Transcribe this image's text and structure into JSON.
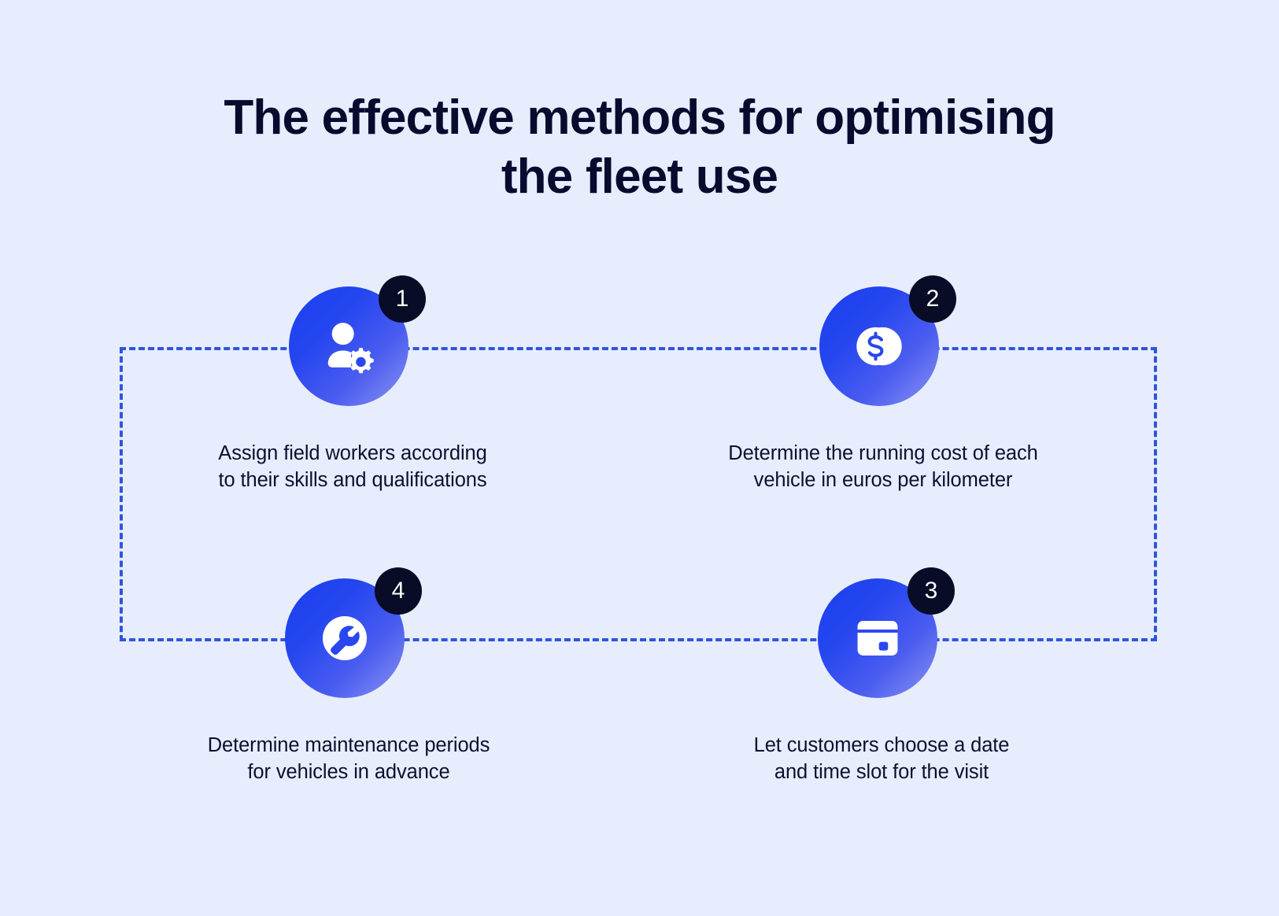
{
  "page": {
    "background_color": "#e8edfd",
    "title_color": "#070b2e",
    "accent_color": "#2f55df",
    "gradient_from": "#1a3ff0",
    "gradient_to": "#8c95ef",
    "badge_color": "#080c26"
  },
  "header": {
    "title_line1": "The effective methods for optimising",
    "title_line2": "the fleet use"
  },
  "connector": {
    "name": "dashed-connector-frame",
    "style": "dashed",
    "color": "#2f55df"
  },
  "steps": [
    {
      "number": "1",
      "icon": "user-settings-icon",
      "caption_line1": "Assign field workers according",
      "caption_line2": "to their skills and qualifications"
    },
    {
      "number": "2",
      "icon": "dollar-coins-icon",
      "caption_line1": "Determine the running cost of each",
      "caption_line2": "vehicle in euros per kilometer"
    },
    {
      "number": "3",
      "icon": "calendar-icon",
      "caption_line1": "Let customers choose a date",
      "caption_line2": "and time slot for the visit"
    },
    {
      "number": "4",
      "icon": "wrench-icon",
      "caption_line1": "Determine maintenance periods",
      "caption_line2": "for vehicles in advance"
    }
  ]
}
